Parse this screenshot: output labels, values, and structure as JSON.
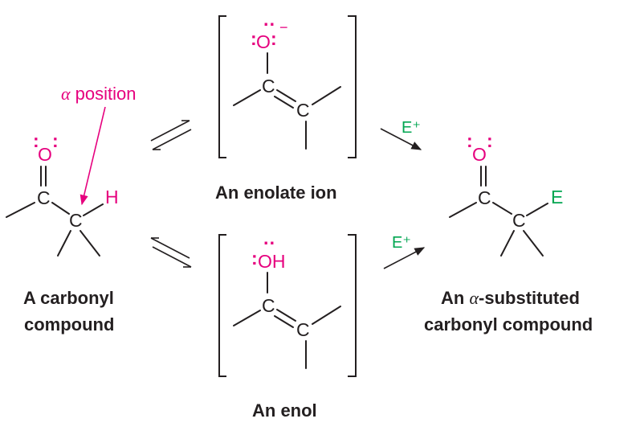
{
  "labels": {
    "alpha_prefix": "α",
    "alpha_suffix": " position",
    "carbonyl_line1": "A carbonyl",
    "carbonyl_line2": "compound",
    "enolate": "An enolate ion",
    "enol": "An enol",
    "product_line1_prefix": "An ",
    "product_line1_alpha": "α",
    "product_line1_suffix": "-substituted",
    "product_line2": "carbonyl compound"
  },
  "atoms": {
    "carbon": "C",
    "oxygen": "O",
    "hydroxyl": "OH",
    "hydrogen": "H",
    "electrophile": "E",
    "lone_pair": "··",
    "negative_charge": "−"
  },
  "reagents": {
    "electrophile_top": "E⁺",
    "electrophile_bottom": "E⁺"
  },
  "colors": {
    "heteroatom": "#e6007e",
    "electrophile": "#00a651",
    "bonds": "#231f20"
  }
}
